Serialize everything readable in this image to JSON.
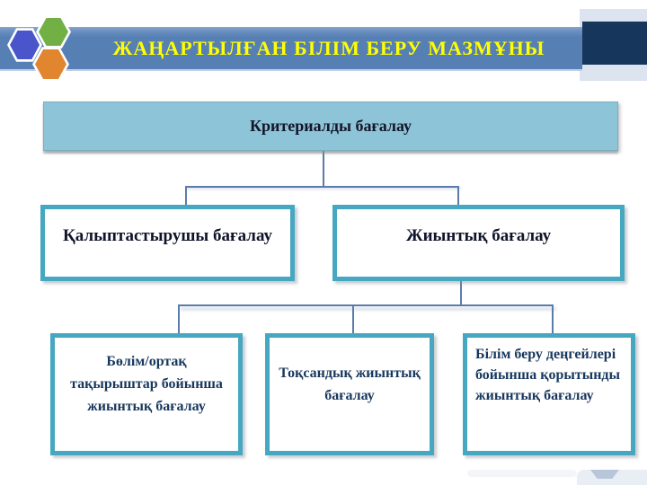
{
  "slide": {
    "title": "ЖАҢАРТЫЛҒАН БІЛІМ БЕРУ МАЗМҰНЫ"
  },
  "logo": {
    "hexagons": [
      {
        "name": "blue-hexagon",
        "color": "#4a55cb"
      },
      {
        "name": "green-hexagon",
        "color": "#72b045"
      },
      {
        "name": "orange-hexagon",
        "color": "#e1862f"
      }
    ]
  },
  "diagram": {
    "root": {
      "label": "Критериалды бағалау"
    },
    "branches": [
      {
        "label": "Қалыптастырушы бағалау"
      },
      {
        "label": "Жиынтық бағалау"
      }
    ],
    "leaves": [
      {
        "lines": [
          "Бөлім/ортақ",
          "тақырыштар бойынша",
          "жиынтық бағалау"
        ]
      },
      {
        "lines": [
          "Тоқсандық жиынтық",
          "бағалау"
        ]
      },
      {
        "lines": [
          "Білім беру деңгейлері",
          "бойынша қорытынды",
          "жиынтық бағалау"
        ]
      }
    ]
  },
  "colors": {
    "banner_blue": "#567fb4",
    "banner_text_yellow": "#ffff00",
    "navy_block": "#16365c",
    "side_strip": "#dce4f0",
    "root_box_fill": "#8ec4d7",
    "box_border_teal": "#46a8c0",
    "connector_blue": "#5b7cab",
    "leaf_text_navy": "#17375d"
  }
}
